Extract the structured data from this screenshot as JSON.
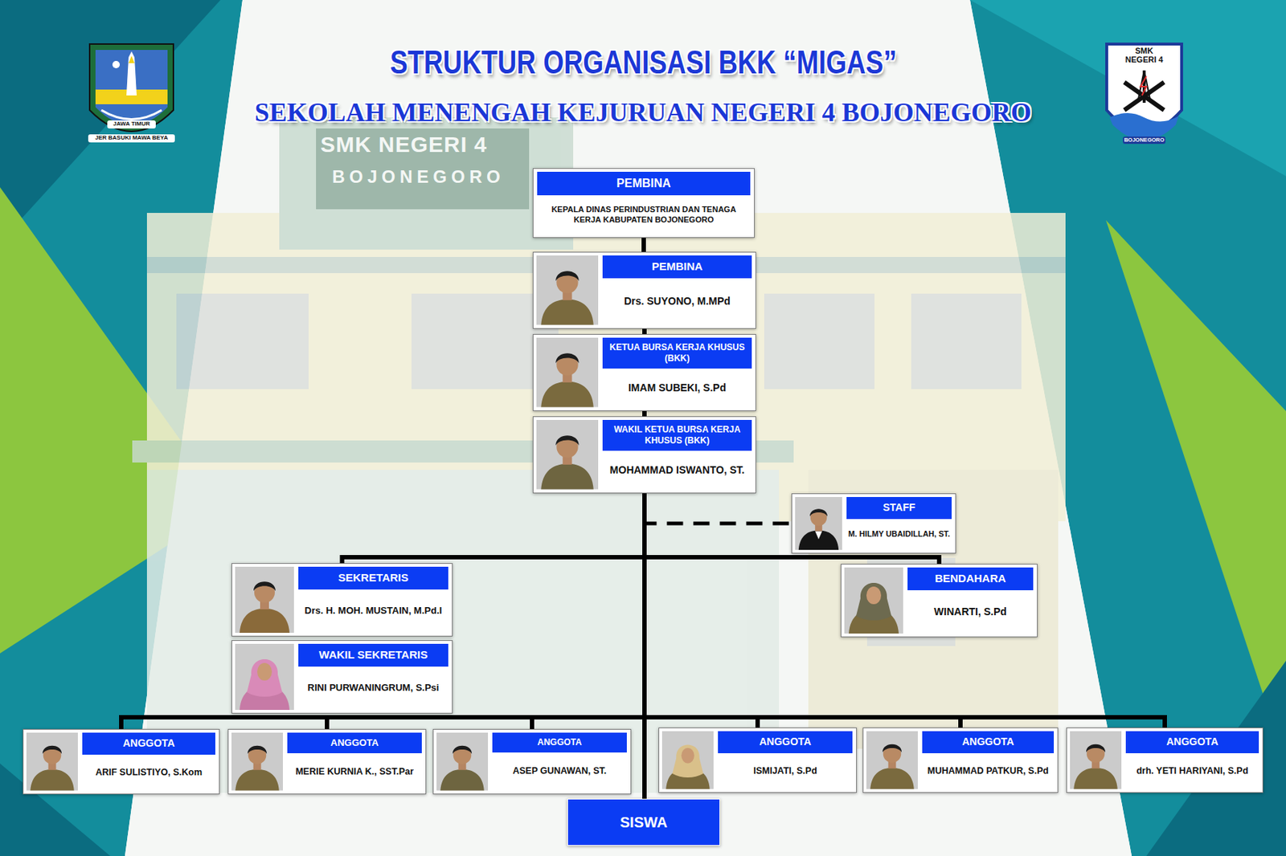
{
  "diagram": {
    "title": "STRUKTUR ORGANISASI BKK “MIGAS”",
    "nodes": [
      {
        "text": [
          "PEMBINA",
          "KEPALA DINAS PERINDUSTRIAN DAN TENAGA KERJA KABUPATEN BOJONEGORO"
        ]
      },
      {
        "text": [
          "PEMBINA",
          "Drs. SUYONO, M.MPd"
        ]
      },
      {
        "text": [
          "KETUA BURSA KERJA KHUSUS (BKK)",
          "IMAM SUBEKI, S.Pd"
        ]
      },
      {
        "text": [
          "WAKIL KETUA BURSA KERJA KHUSUS (BKK)",
          "MOHAMMAD ISWANTO, ST."
        ]
      },
      {
        "text": [
          "STAFF",
          "M. HILMY UBAIDILLAH, ST."
        ]
      },
      {
        "text": [
          "SEKRETARIS",
          "Drs. H. MOH. MUSTAIN, M.Pd.I"
        ]
      },
      {
        "text": [
          "BENDAHARA",
          "WINARTI, S.Pd"
        ]
      },
      {
        "text": [
          "WAKIL SEKRETARIS",
          "RINI PURWANINGRUM, S.Psi"
        ]
      },
      {
        "text": [
          "ANGGOTA",
          "ARIF SULISTIYO, S.Kom"
        ]
      },
      {
        "text": [
          "ANGGOTA",
          "MERIE KURNIA K., SST.Par"
        ]
      },
      {
        "text": [
          "ANGGOTA",
          "ASEP GUNAWAN, ST."
        ]
      },
      {
        "text": [
          "ANGGOTA",
          "ISMIJATI, S.Pd"
        ]
      },
      {
        "text": [
          "ANGGOTA",
          "MUHAMMAD PATKUR, S.Pd"
        ]
      },
      {
        "text": [
          "ANGGOTA",
          "drh. YETI HARIYANI, S.Pd"
        ]
      },
      {
        "text": [
          "SISWA"
        ]
      }
    ],
    "edges": [
      {
        "from": 0,
        "to": 1,
        "arrow": "none"
      },
      {
        "from": 1,
        "to": 2,
        "arrow": "none"
      },
      {
        "from": 2,
        "to": 3,
        "arrow": "none"
      },
      {
        "from": 3,
        "to": 4,
        "arrow": "none"
      },
      {
        "from": 3,
        "to": 5,
        "arrow": "none"
      },
      {
        "from": 3,
        "to": 6,
        "arrow": "none"
      },
      {
        "from": 3,
        "to": 8,
        "arrow": "none"
      },
      {
        "from": 3,
        "to": 9,
        "arrow": "none"
      },
      {
        "from": 3,
        "to": 10,
        "arrow": "none"
      },
      {
        "from": 3,
        "to": 11,
        "arrow": "none"
      },
      {
        "from": 3,
        "to": 12,
        "arrow": "none"
      },
      {
        "from": 3,
        "to": 13,
        "arrow": "none"
      },
      {
        "from": 3,
        "to": 14,
        "arrow": "none"
      }
    ],
    "labels": [
      "SEKOLAH MENENGAH KEJURUAN NEGERI 4 BOJONEGORO",
      "JAWA TIMUR",
      "JER BASUKI MAWA BEYA",
      "SMK NEGERI 4",
      "BOJONEGORO",
      "SMK NEGERI 4",
      "BOJONEGORO"
    ]
  }
}
